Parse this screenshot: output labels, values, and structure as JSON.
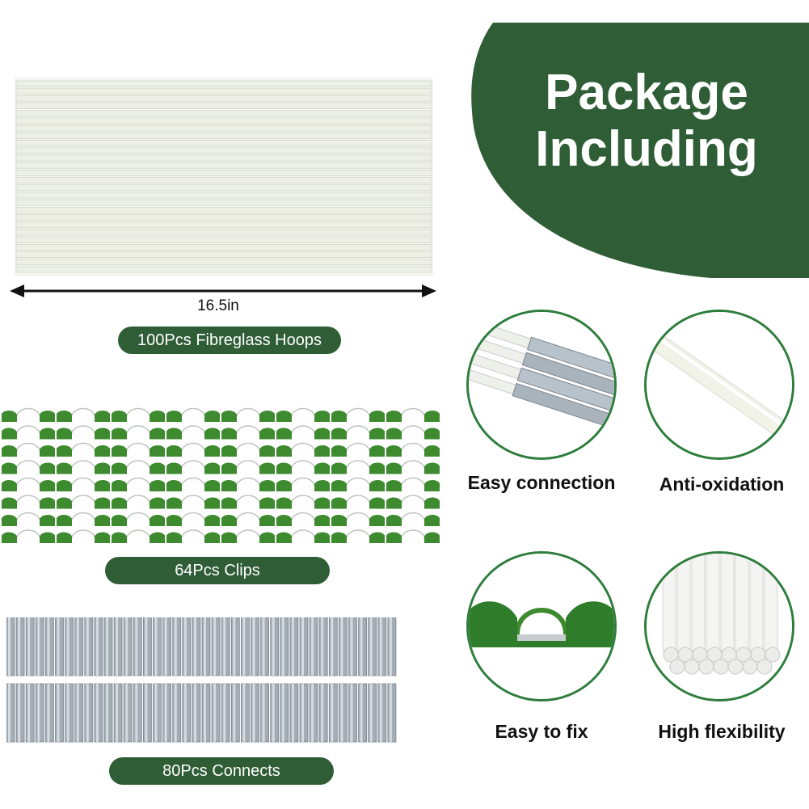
{
  "header": {
    "title_line1": "Package",
    "title_line2": "Including",
    "color": "#2e5d36"
  },
  "hoops": {
    "dimension": "16.5in",
    "label": "100Pcs Fibreglass Hoops"
  },
  "clips": {
    "label": "64Pcs Clips"
  },
  "connects": {
    "label": "80Pcs Connects"
  },
  "features": [
    {
      "label": "Easy connection",
      "icon": "connector-closeup"
    },
    {
      "label": "Anti-oxidation",
      "icon": "rod-closeup"
    },
    {
      "label": "Easy to fix",
      "icon": "clip-closeup"
    },
    {
      "label": "High flexibility",
      "icon": "rod-bundle"
    }
  ],
  "colors": {
    "accent": "#2e5d36",
    "clip_green": "#3d8a2f",
    "rod": "#eef0ea",
    "metal": "#9aa3aa"
  }
}
